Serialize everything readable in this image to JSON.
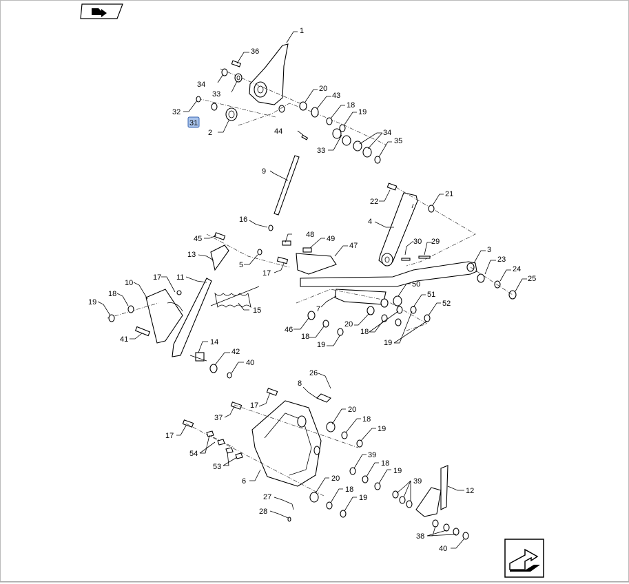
{
  "diagram": {
    "highlighted_callout": "31",
    "callouts": {
      "c1": "1",
      "c36": "36",
      "c34a": "34",
      "c33a": "33",
      "c32": "32",
      "c31": "31",
      "c2": "2",
      "c20a": "20",
      "c43": "43",
      "c18a": "18",
      "c19a": "19",
      "c44": "44",
      "c34b": "34",
      "c35": "35",
      "c33b": "33",
      "c9": "9",
      "c22": "22",
      "c21": "21",
      "c4": "4",
      "c30": "30",
      "c29": "29",
      "c3": "3",
      "c23": "23",
      "c24": "24",
      "c25": "25",
      "c16": "16",
      "c45": "45",
      "c48": "48",
      "c49": "49",
      "c47": "47",
      "c5": "5",
      "c13": "13",
      "c17a": "17",
      "c17b": "17",
      "c11": "11",
      "c10": "10",
      "c18b": "18",
      "c19b": "19",
      "c15": "15",
      "c41": "41",
      "c50": "50",
      "c51": "51",
      "c52": "52",
      "c7": "7",
      "c46": "46",
      "c18c": "18",
      "c19c": "19",
      "c20b": "20",
      "c18d": "18",
      "c19d": "19",
      "c14": "14",
      "c42": "42",
      "c40a": "40",
      "c26": "26",
      "c8": "8",
      "c17c": "17",
      "c37": "37",
      "c20c": "20",
      "c18e": "18",
      "c19e": "19",
      "c17d": "17",
      "c54": "54",
      "c53": "53",
      "c6": "6",
      "c39a": "39",
      "c18f": "18",
      "c19f": "19",
      "c20d": "20",
      "c18g": "18",
      "c19g": "19",
      "c39b": "39",
      "c12": "12",
      "c27": "27",
      "c28": "28",
      "c38": "38",
      "c40b": "40"
    }
  }
}
